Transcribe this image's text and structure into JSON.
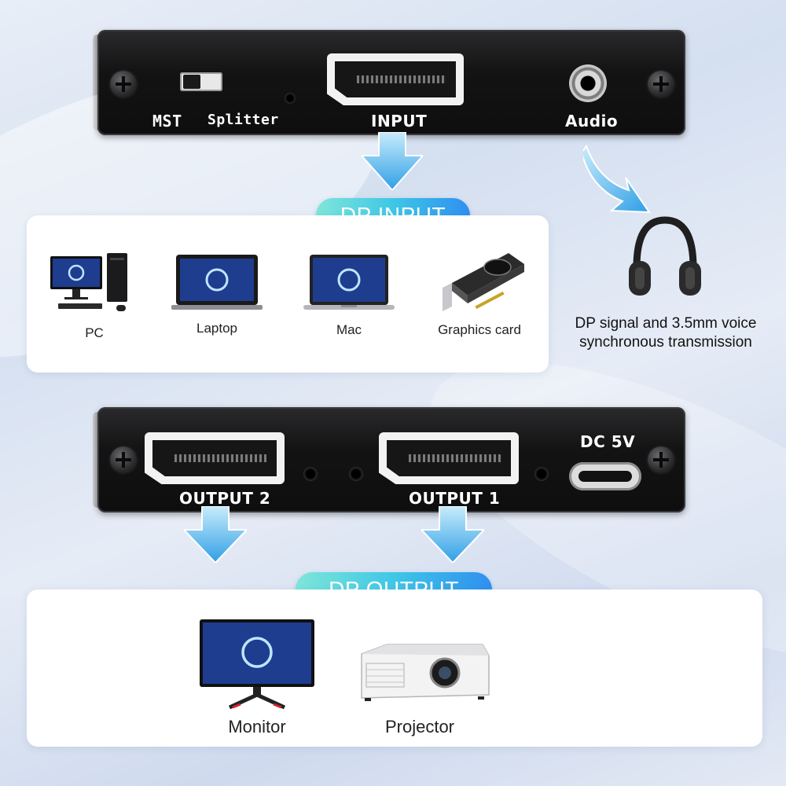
{
  "top_device": {
    "switch_labels": {
      "mst": "MST",
      "splitter": "Splitter"
    },
    "input_label": "INPUT",
    "audio_label": "Audio"
  },
  "input_section": {
    "title": "DP INPUT",
    "devices": [
      {
        "label": "PC",
        "icon": "desktop-pc-icon"
      },
      {
        "label": "Laptop",
        "icon": "laptop-icon"
      },
      {
        "label": "Mac",
        "icon": "macbook-icon"
      },
      {
        "label": "Graphics card",
        "icon": "graphics-card-icon"
      }
    ]
  },
  "audio_note": {
    "line1": "DP signal and 3.5mm voice",
    "line2": "synchronous transmission",
    "icon": "headphones-icon"
  },
  "bottom_device": {
    "power_label": "DC 5V",
    "output2_label": "OUTPUT 2",
    "output1_label": "OUTPUT 1"
  },
  "output_section": {
    "title": "DP OUTPUT",
    "devices": [
      {
        "label": "Monitor",
        "icon": "monitor-icon"
      },
      {
        "label": "Projector",
        "icon": "projector-icon"
      }
    ]
  },
  "colors": {
    "pill_start": "#7fe6d9",
    "pill_end": "#2f8ff0",
    "arrow": "#3fb6ea",
    "device_body": "#131314"
  }
}
